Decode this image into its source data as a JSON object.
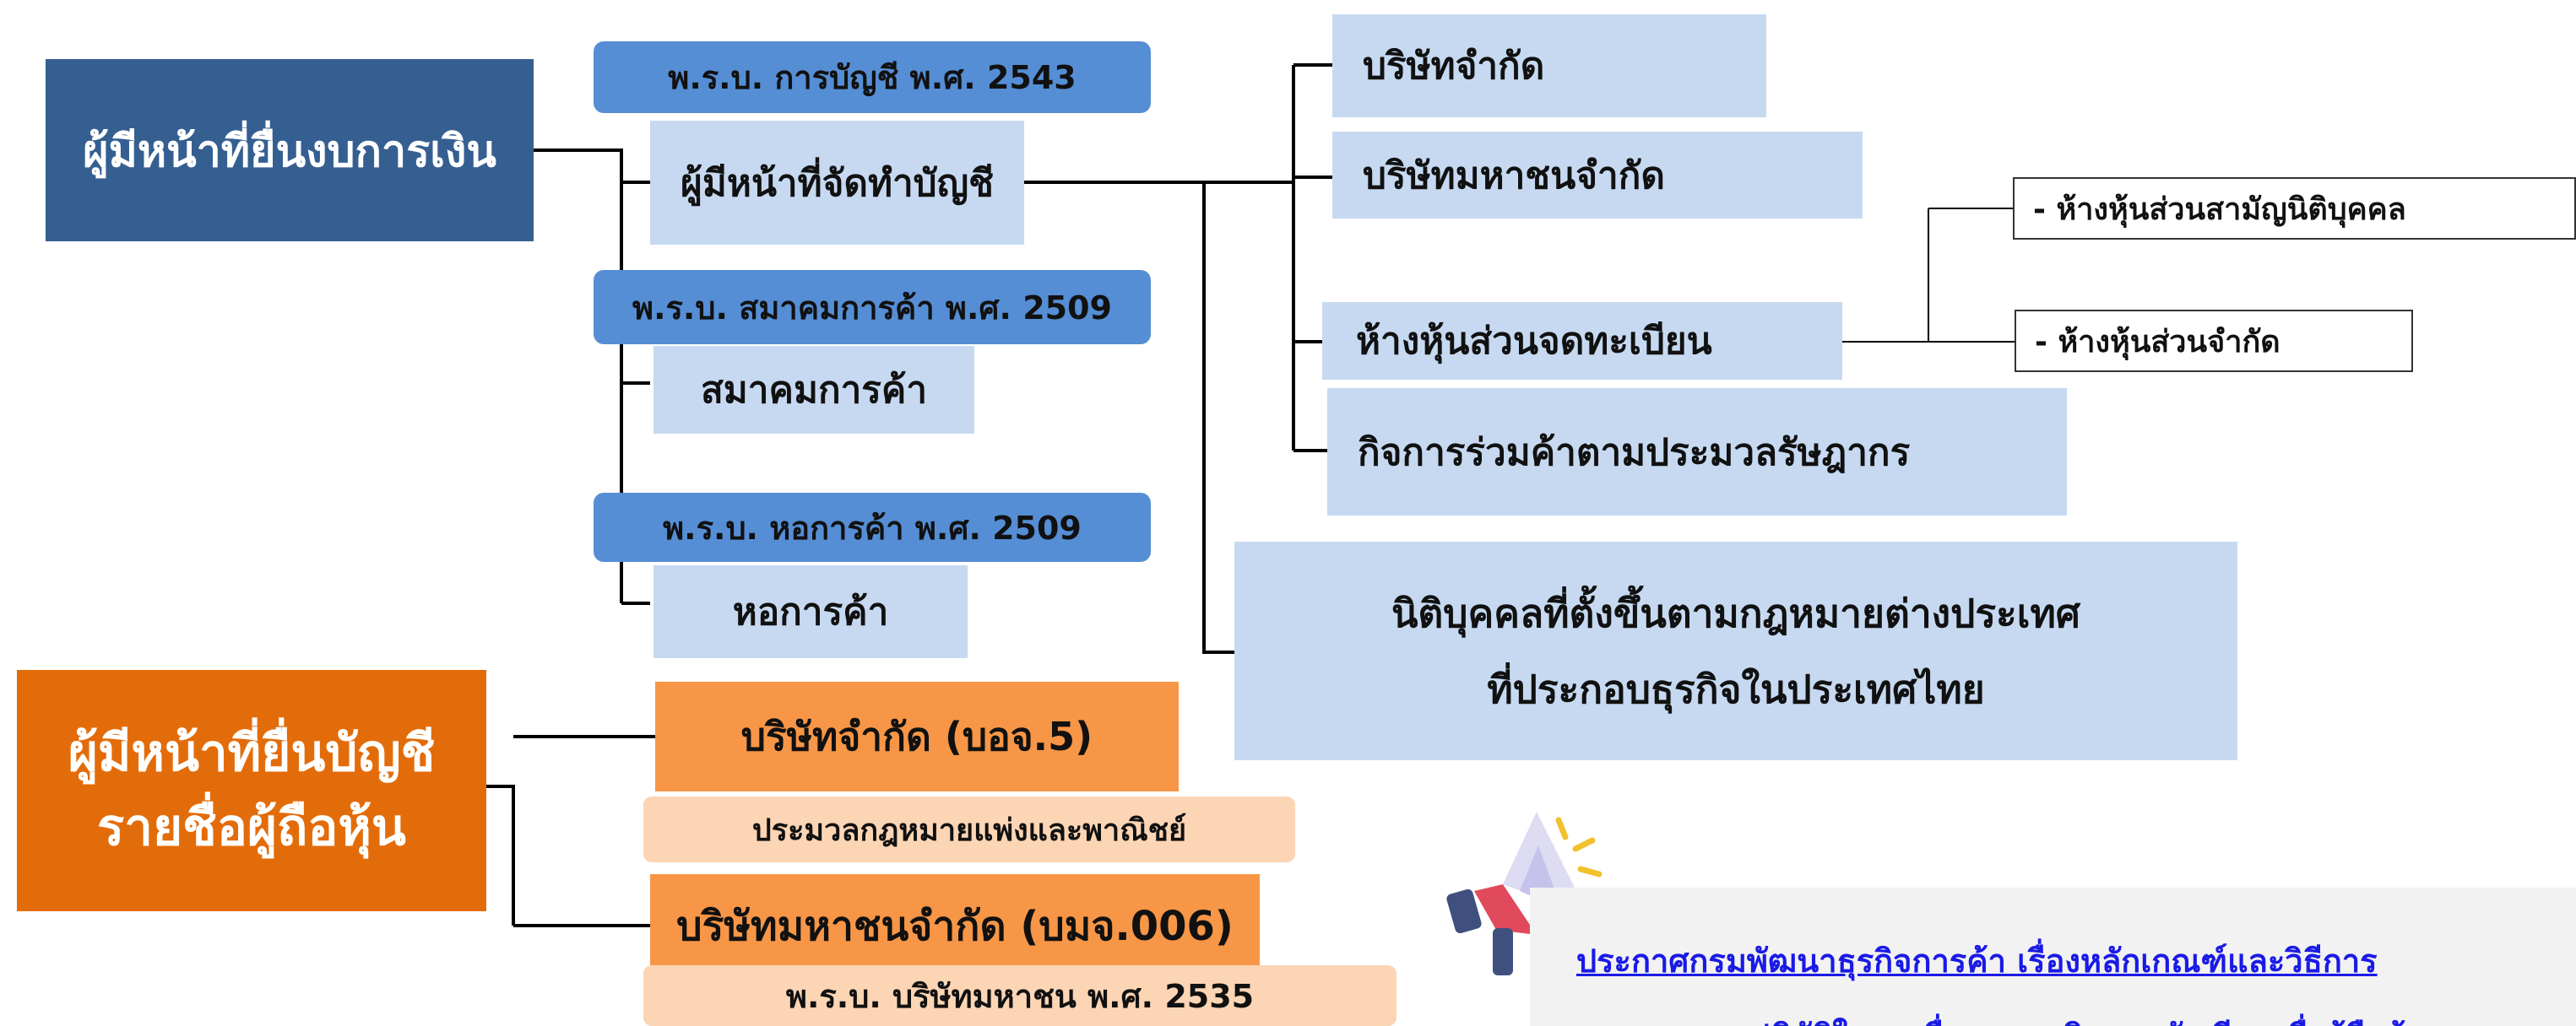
{
  "financial_statement_filers": {
    "title": "ผู้มีหน้าที่ยื่นงบการเงิน",
    "accounting_act": "พ.ร.บ. การบัญชี พ.ศ. 2543",
    "accounting_duty": "ผู้มีหน้าที่จัดทำบัญชี",
    "entities": {
      "company": "บริษัทจำกัด",
      "public_company": "บริษัทมหาชนจำกัด",
      "registered_partnership": "ห้างหุ้นส่วนจดทะเบียน",
      "partnership_types": [
        "- ห้างหุ้นส่วนสามัญนิติบุคคล",
        "- ห้างหุ้นส่วนจำกัด"
      ],
      "joint_venture": "กิจการร่วมค้าตามประมวลรัษฎากร",
      "foreign_juristic_line1": "นิติบุคคลที่ตั้งขึ้นตามกฎหมายต่างประเทศ",
      "foreign_juristic_line2": "ที่ประกอบธุรกิจในประเทศไทย"
    },
    "trade_association_act": "พ.ร.บ. สมาคมการค้า พ.ศ. 2509",
    "trade_association": "สมาคมการค้า",
    "chamber_act": "พ.ร.บ. หอการค้า พ.ศ. 2509",
    "chamber": "หอการค้า"
  },
  "shareholder_list_filers": {
    "title_line1": "ผู้มีหน้าที่ยื่นบัญชี",
    "title_line2": "รายชื่อผู้ถือหุ้น",
    "company_form": "บริษัทจำกัด (บอจ.5)",
    "civil_code": "ประมวลกฎหมายแพ่งและพาณิชย์",
    "public_company_form": "บริษัทมหาชนจำกัด (บมจ.006)",
    "public_company_act": "พ.ร.บ. บริษัทมหาชน พ.ศ. 2535"
  },
  "announcement": {
    "icon": "megaphone-icon",
    "line1": "ประกาศกรมพัฒนาธุรกิจการค้า เรื่องหลักเกณฑ์และวิธีการ",
    "line2": "และแนวทางปฏิบัติในการยื่นงบการเงินและบัญชีรายชื่อผู้ถือหุ้น"
  },
  "colors": {
    "navy": "#355f91",
    "orange": "#e36c0a",
    "mid_blue": "#558ed5",
    "light_blue": "#c6d9f1",
    "peach": "#f79646",
    "light_peach": "#fcd5b4",
    "link": "#1a1ae6"
  }
}
